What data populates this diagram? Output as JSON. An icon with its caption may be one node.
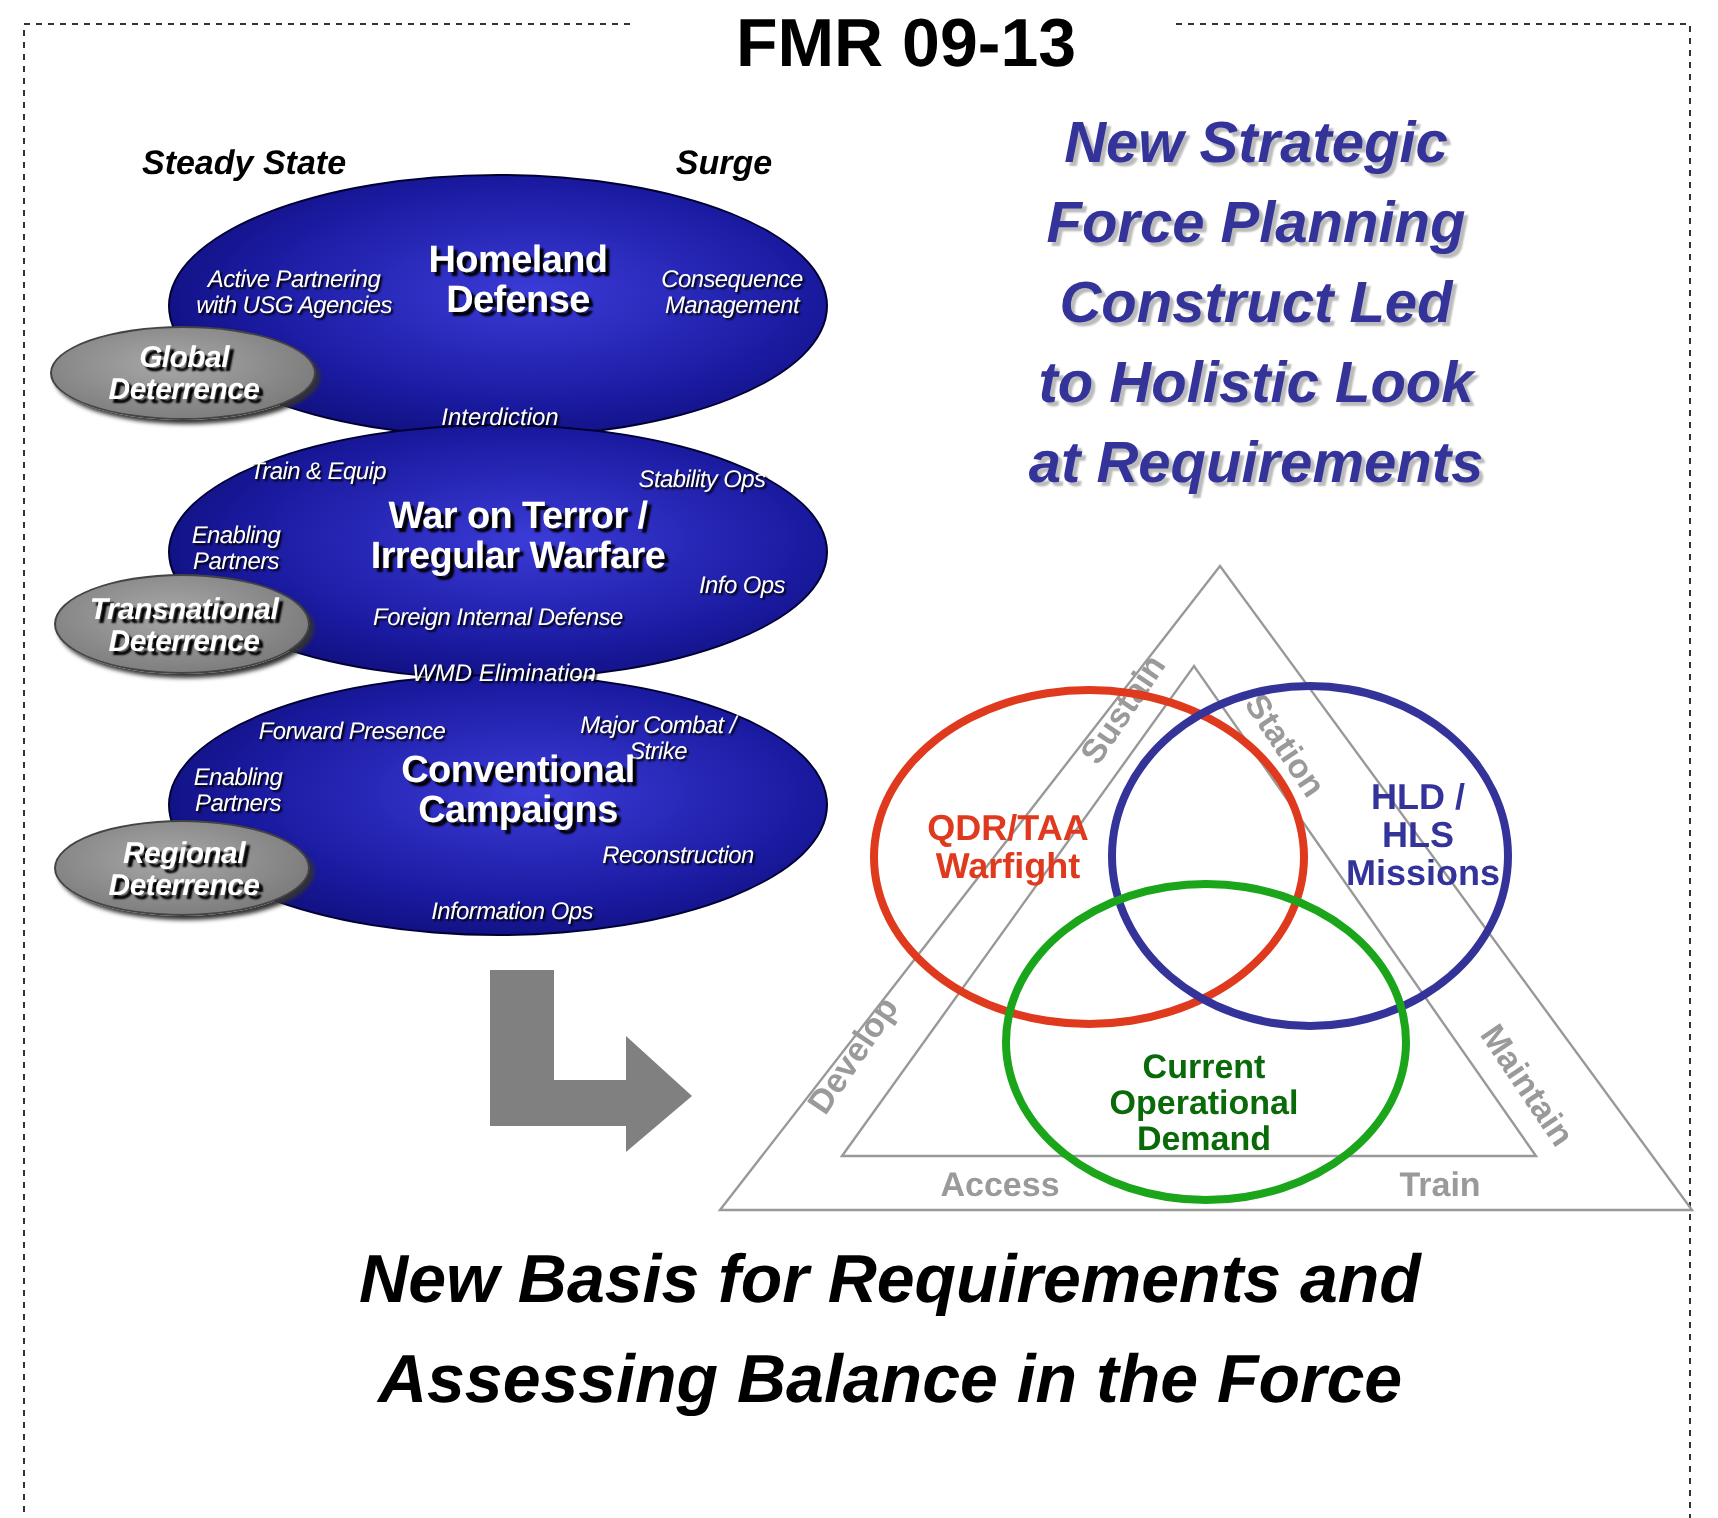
{
  "diagram": {
    "title": "FMR 09-13",
    "caption": "New Basis for Requirements and Assessing Balance in the Force",
    "nodes": [
      {
        "text": [
          "Active Partnering with USG Agencies",
          "Homeland Defense",
          "Consequence Management"
        ]
      },
      {
        "text": [
          "Global Deterrence"
        ]
      },
      {
        "text": [
          "Train & Equip",
          "Stability Ops",
          "Enabling Partners",
          "War on Terror / Irregular Warfare",
          "Info Ops",
          "Foreign Internal Defense"
        ]
      },
      {
        "text": [
          "Transnational Deterrence"
        ]
      },
      {
        "text": [
          "Forward Presence",
          "Major Combat / Strike",
          "Enabling Partners",
          "Conventional Campaigns",
          "Reconstruction",
          "Information Ops"
        ]
      },
      {
        "text": [
          "Regional Deterrence"
        ]
      },
      {
        "text": [
          "QDR/TAA Warfight"
        ]
      },
      {
        "text": [
          "HLD / HLS Missions"
        ]
      },
      {
        "text": [
          "Current Operational Demand"
        ]
      }
    ],
    "edges": [],
    "labels": [
      "Steady State",
      "Surge",
      "New Strategic Force Planning Construct Led to Holistic Look at Requirements",
      "Interdiction",
      "WMD Elimination",
      "Sustain",
      "Station",
      "Develop",
      "Maintain",
      "Access",
      "Train"
    ]
  }
}
